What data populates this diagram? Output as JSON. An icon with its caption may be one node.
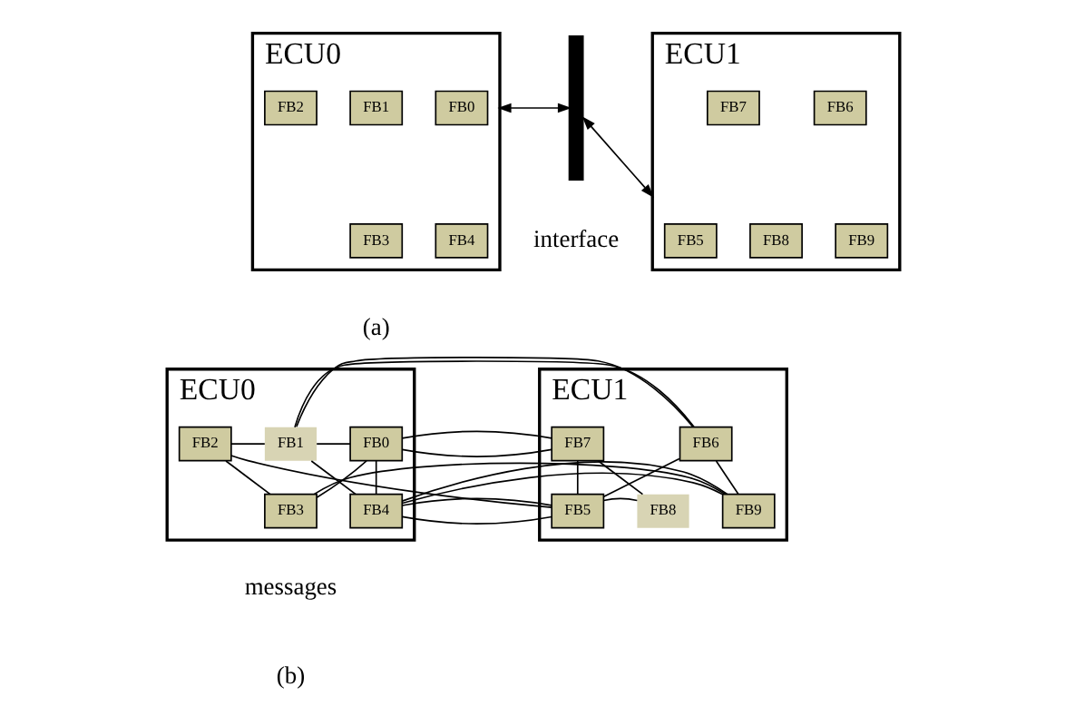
{
  "diagram": {
    "nodes": [
      {
        "text": [
          "ECU0"
        ]
      },
      {
        "text": [
          "FB0"
        ],
        "in": 0
      },
      {
        "text": [
          "FB1"
        ],
        "in": 0
      },
      {
        "text": [
          "FB2"
        ],
        "in": 0
      },
      {
        "text": [
          "FB3"
        ],
        "in": 0
      },
      {
        "text": [
          "FB4"
        ],
        "in": 0
      },
      {
        "text": [],
        "shape": "bar",
        "beside": [
          "interface"
        ]
      },
      {
        "text": [
          "ECU1"
        ]
      },
      {
        "text": [
          "FB5"
        ],
        "in": 7
      },
      {
        "text": [
          "FB6"
        ],
        "in": 7
      },
      {
        "text": [
          "FB7"
        ],
        "in": 7
      },
      {
        "text": [
          "FB8"
        ],
        "in": 7
      },
      {
        "text": [
          "FB9"
        ],
        "in": 7
      },
      {
        "text": [
          "ECU0"
        ]
      },
      {
        "text": [
          "FB0"
        ],
        "in": 13
      },
      {
        "text": [
          "FB1"
        ],
        "in": 13
      },
      {
        "text": [
          "FB2"
        ],
        "in": 13
      },
      {
        "text": [
          "FB3"
        ],
        "in": 13
      },
      {
        "text": [
          "FB4"
        ],
        "in": 13
      },
      {
        "text": [
          "ECU1"
        ]
      },
      {
        "text": [
          "FB5"
        ],
        "in": 19
      },
      {
        "text": [
          "FB6"
        ],
        "in": 19
      },
      {
        "text": [
          "FB7"
        ],
        "in": 19
      },
      {
        "text": [
          "FB8"
        ],
        "in": 19
      },
      {
        "text": [
          "FB9"
        ],
        "in": 19
      }
    ],
    "edges": [
      {
        "from": 0,
        "to": 6,
        "arrow": "both"
      },
      {
        "from": 6,
        "to": 7,
        "arrow": "both"
      },
      {
        "from": 14,
        "to": 15,
        "arrow": "none"
      },
      {
        "from": 14,
        "to": 17,
        "arrow": "none"
      },
      {
        "from": 14,
        "to": 18,
        "arrow": "none"
      },
      {
        "from": 15,
        "to": 16,
        "arrow": "none"
      },
      {
        "from": 16,
        "to": 17,
        "arrow": "none"
      },
      {
        "from": 15,
        "to": 18,
        "arrow": "none"
      },
      {
        "from": 14,
        "to": 22,
        "arrow": "none"
      },
      {
        "from": 15,
        "to": 21,
        "arrow": "none"
      },
      {
        "from": 16,
        "to": 20,
        "arrow": "none"
      },
      {
        "from": 18,
        "to": 20,
        "arrow": "none"
      },
      {
        "from": 18,
        "to": 24,
        "arrow": "none"
      },
      {
        "from": 17,
        "to": 24,
        "arrow": "none"
      },
      {
        "from": 20,
        "to": 21,
        "arrow": "none"
      },
      {
        "from": 20,
        "to": 23,
        "arrow": "none"
      },
      {
        "from": 20,
        "to": 22,
        "arrow": "none"
      },
      {
        "from": 21,
        "to": 24,
        "arrow": "none"
      },
      {
        "from": 23,
        "to": 22,
        "arrow": "none"
      }
    ],
    "labels": [
      "(a)",
      "messages",
      "(b)"
    ]
  }
}
